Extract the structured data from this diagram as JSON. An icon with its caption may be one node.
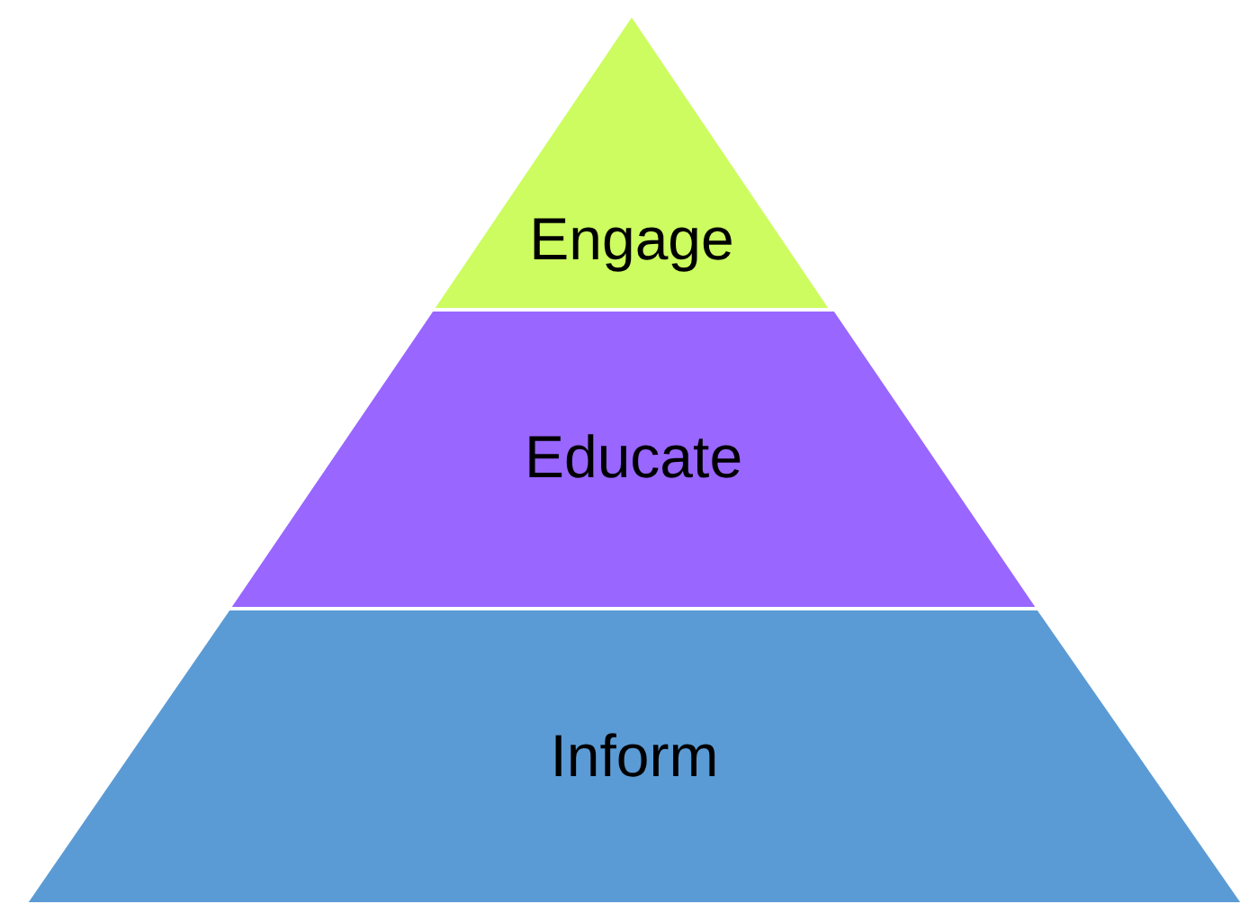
{
  "diagram": {
    "nodes": [
      {
        "text": [
          "Engage"
        ]
      },
      {
        "text": [
          "Educate"
        ]
      },
      {
        "text": [
          "Inform"
        ]
      }
    ]
  }
}
